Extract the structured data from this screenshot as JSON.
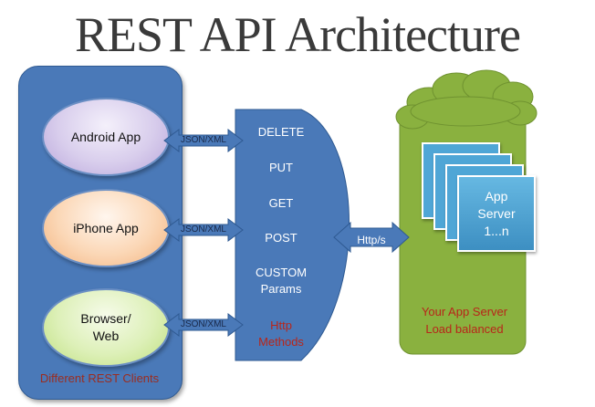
{
  "title": "REST API Architecture",
  "clients": {
    "android": "Android App",
    "iphone": "iPhone App",
    "browser_line1": "Browser/",
    "browser_line2": "Web",
    "panel_label": "Different REST Clients"
  },
  "connections": {
    "json_xml": "JSON/XML",
    "http": "Http/s"
  },
  "methods": {
    "delete": "DELETE",
    "put": "PUT",
    "get": "GET",
    "post": "POST",
    "custom_line1": "CUSTOM",
    "custom_line2": "Params",
    "http_line1": "Http",
    "http_line2": "Methods"
  },
  "server": {
    "card_line1": "App",
    "card_line2": "Server",
    "card_line3": "1...n",
    "label_line1": "Your App Server",
    "label_line2": "Load balanced"
  },
  "colors": {
    "client_panel": "#4a79b8",
    "methods_panel": "#4a79b8",
    "server_panel": "#8ab13f",
    "cloud": "#8ab13f",
    "server_card": "#4fa6d6",
    "accent_red": "#b8261a"
  }
}
